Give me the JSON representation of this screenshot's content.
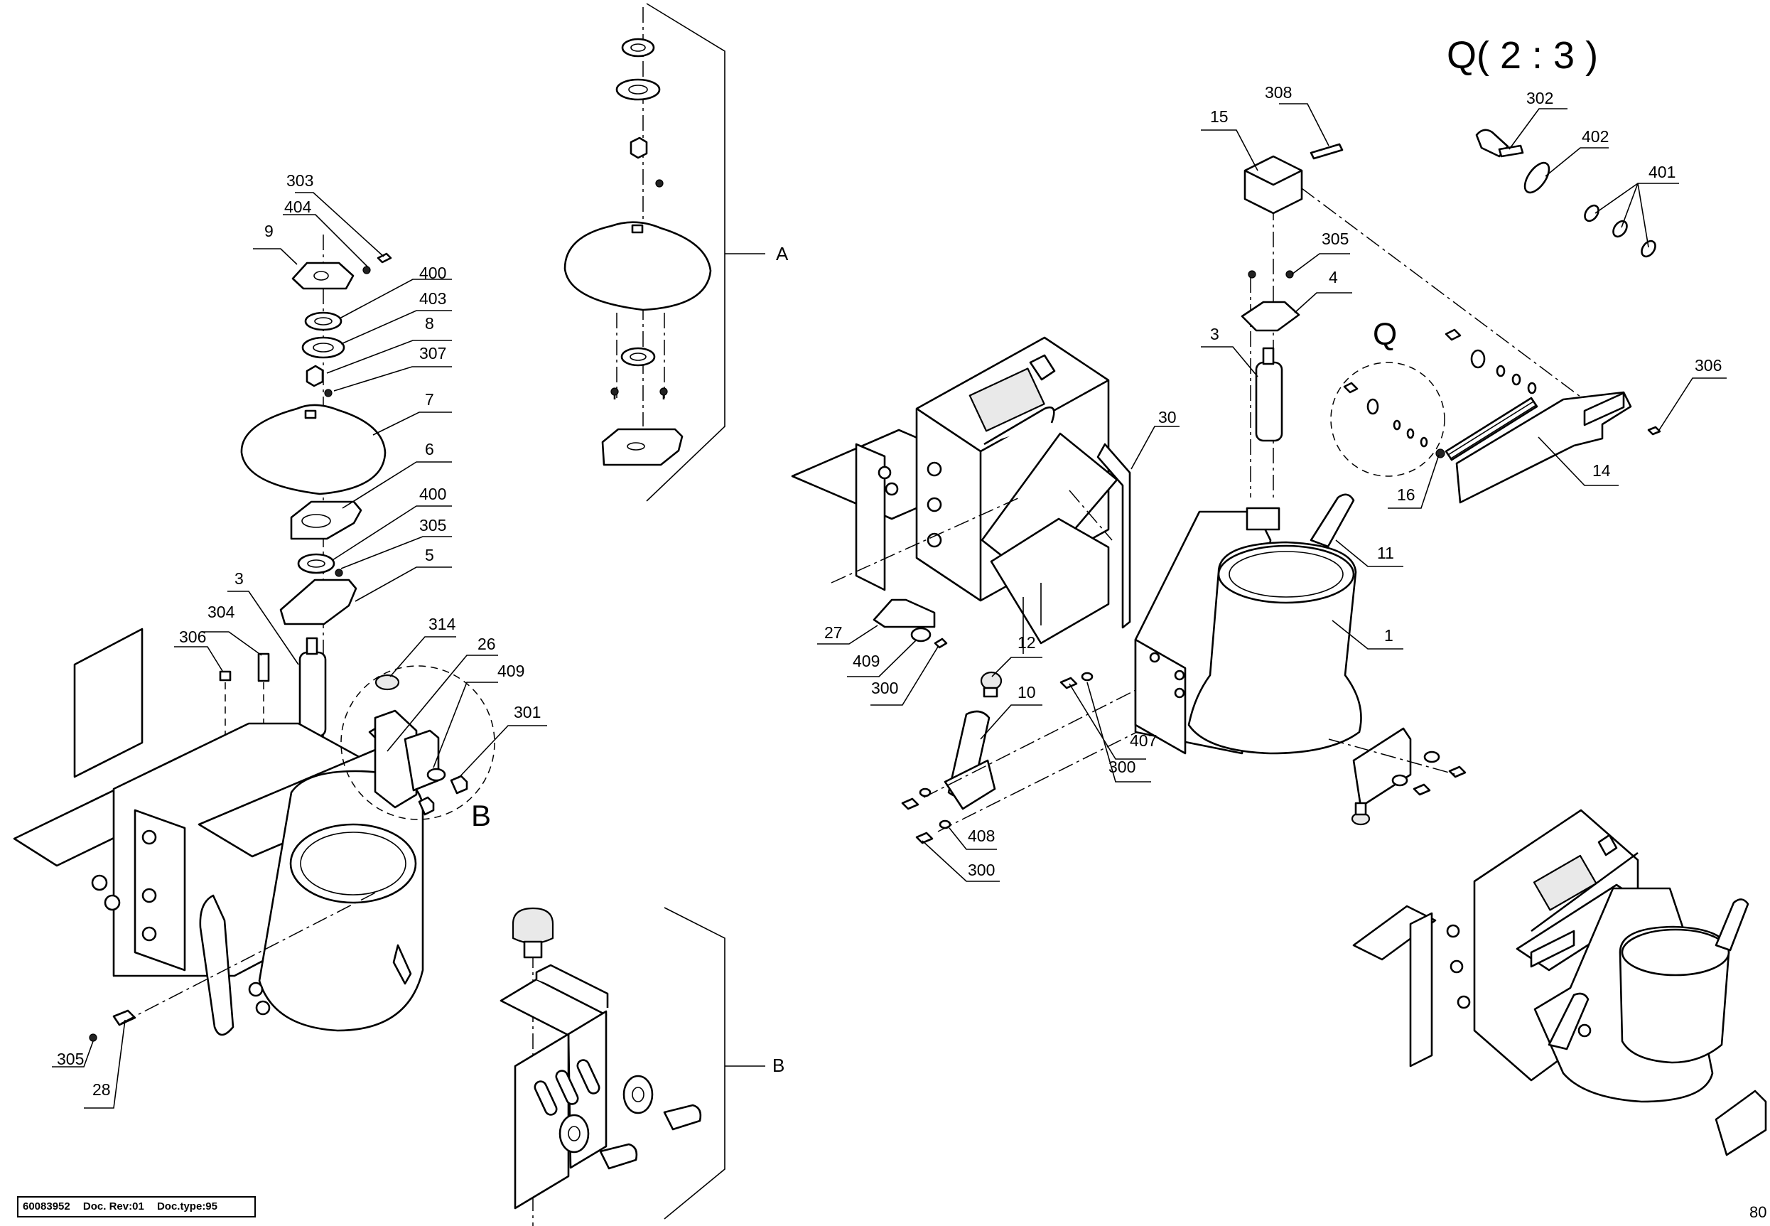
{
  "drawing": {
    "view_title": "Q( 2 : 3 )",
    "detail_marker": "Q",
    "detail_b_marker": "B",
    "section_a_label": "A",
    "section_b_label": "B"
  },
  "callouts": {
    "left": [
      "303",
      "404",
      "9",
      "400",
      "403",
      "8",
      "307",
      "7",
      "6",
      "400",
      "305",
      "5",
      "3",
      "304",
      "306",
      "314",
      "26",
      "409",
      "301",
      "305",
      "28"
    ],
    "right": [
      "308",
      "15",
      "305",
      "4",
      "3",
      "30",
      "11",
      "1",
      "27",
      "409",
      "300",
      "12",
      "10",
      "300",
      "407",
      "408",
      "300",
      "16",
      "14",
      "306",
      "302",
      "402",
      "401"
    ]
  },
  "footer": {
    "doc_number": "60083952",
    "doc_rev": "Doc. Rev:01",
    "doc_type": "Doc.type:95",
    "page_number": "80"
  }
}
